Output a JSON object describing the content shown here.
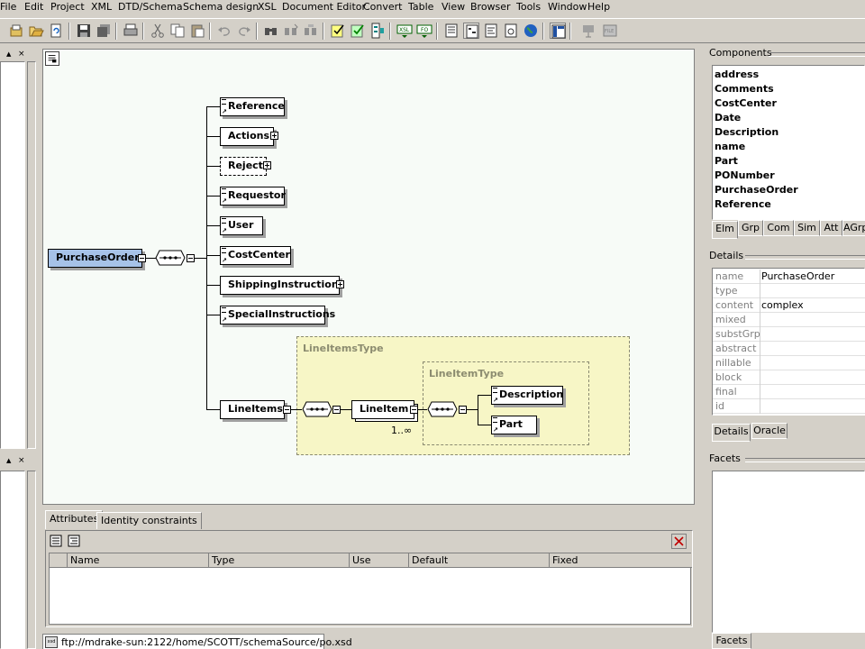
{
  "menu": [
    "File",
    "Edit",
    "Project",
    "XML",
    "DTD/Schema",
    "Schema design",
    "XSL",
    "Document Editor",
    "Convert",
    "Table",
    "View",
    "Browser",
    "Tools",
    "Window",
    "Help"
  ],
  "toolbar": {
    "icons": [
      "new-project-icon",
      "open-folder-icon",
      "reload-icon",
      "save-icon",
      "save-all-icon",
      "print-icon",
      "cut-icon",
      "copy-icon",
      "paste-icon",
      "undo-icon",
      "redo-icon",
      "find-icon",
      "find-next-icon",
      "replace-icon",
      "check-wellformed-icon",
      "validate-icon",
      "dtd-icon",
      "xsl-transform-icon",
      "fo-transform-icon",
      "text-view-icon",
      "schema-view-icon",
      "authentic-view-icon",
      "browser-view-icon",
      "web-icon",
      "layout-view-icon",
      "remote-icon",
      "file-icon"
    ]
  },
  "diagram": {
    "root": "PurchaseOrder",
    "children": [
      {
        "label": "Reference",
        "expand": false,
        "ref": true,
        "optional": false
      },
      {
        "label": "Actions",
        "expand": true,
        "ref": false,
        "optional": false
      },
      {
        "label": "Reject",
        "expand": true,
        "ref": false,
        "optional": true
      },
      {
        "label": "Requestor",
        "expand": false,
        "ref": true,
        "optional": false
      },
      {
        "label": "User",
        "expand": false,
        "ref": true,
        "optional": false
      },
      {
        "label": "CostCenter",
        "expand": false,
        "ref": true,
        "optional": false
      },
      {
        "label": "ShippingInstructions",
        "expand": true,
        "ref": false,
        "optional": false
      },
      {
        "label": "SpecialInstructions",
        "expand": false,
        "ref": true,
        "optional": false
      }
    ],
    "line_items": "LineItems",
    "line_items_type": "LineItemsType",
    "line_item": "LineItem",
    "line_item_occurs": "1..∞",
    "line_item_type": "LineItemType",
    "line_item_children": [
      "Description",
      "Part"
    ]
  },
  "bottom": {
    "tabs": [
      "Attributes",
      "Identity constraints"
    ],
    "columns": [
      "Name",
      "Type",
      "Use",
      "Default",
      "Fixed"
    ]
  },
  "status": {
    "path": "ftp://mdrake-sun:2122/home/SCOTT/schemaSource/po.xsd"
  },
  "components": {
    "title": "Components",
    "items": [
      "address",
      "Comments",
      "CostCenter",
      "Date",
      "Description",
      "name",
      "Part",
      "PONumber",
      "PurchaseOrder",
      "Reference"
    ],
    "tabs": [
      "Elm",
      "Grp",
      "Com",
      "Sim",
      "Att",
      "AGrp"
    ]
  },
  "details": {
    "title": "Details",
    "rows": [
      {
        "k": "name",
        "v": "PurchaseOrder"
      },
      {
        "k": "type",
        "v": ""
      },
      {
        "k": "content",
        "v": "complex"
      },
      {
        "k": "mixed",
        "v": ""
      },
      {
        "k": "substGrp",
        "v": ""
      },
      {
        "k": "abstract",
        "v": ""
      },
      {
        "k": "nillable",
        "v": ""
      },
      {
        "k": "block",
        "v": ""
      },
      {
        "k": "final",
        "v": ""
      },
      {
        "k": "id",
        "v": ""
      }
    ],
    "tabs": [
      "Details",
      "Oracle"
    ]
  },
  "facets": {
    "title": "Facets",
    "tab": "Facets"
  }
}
